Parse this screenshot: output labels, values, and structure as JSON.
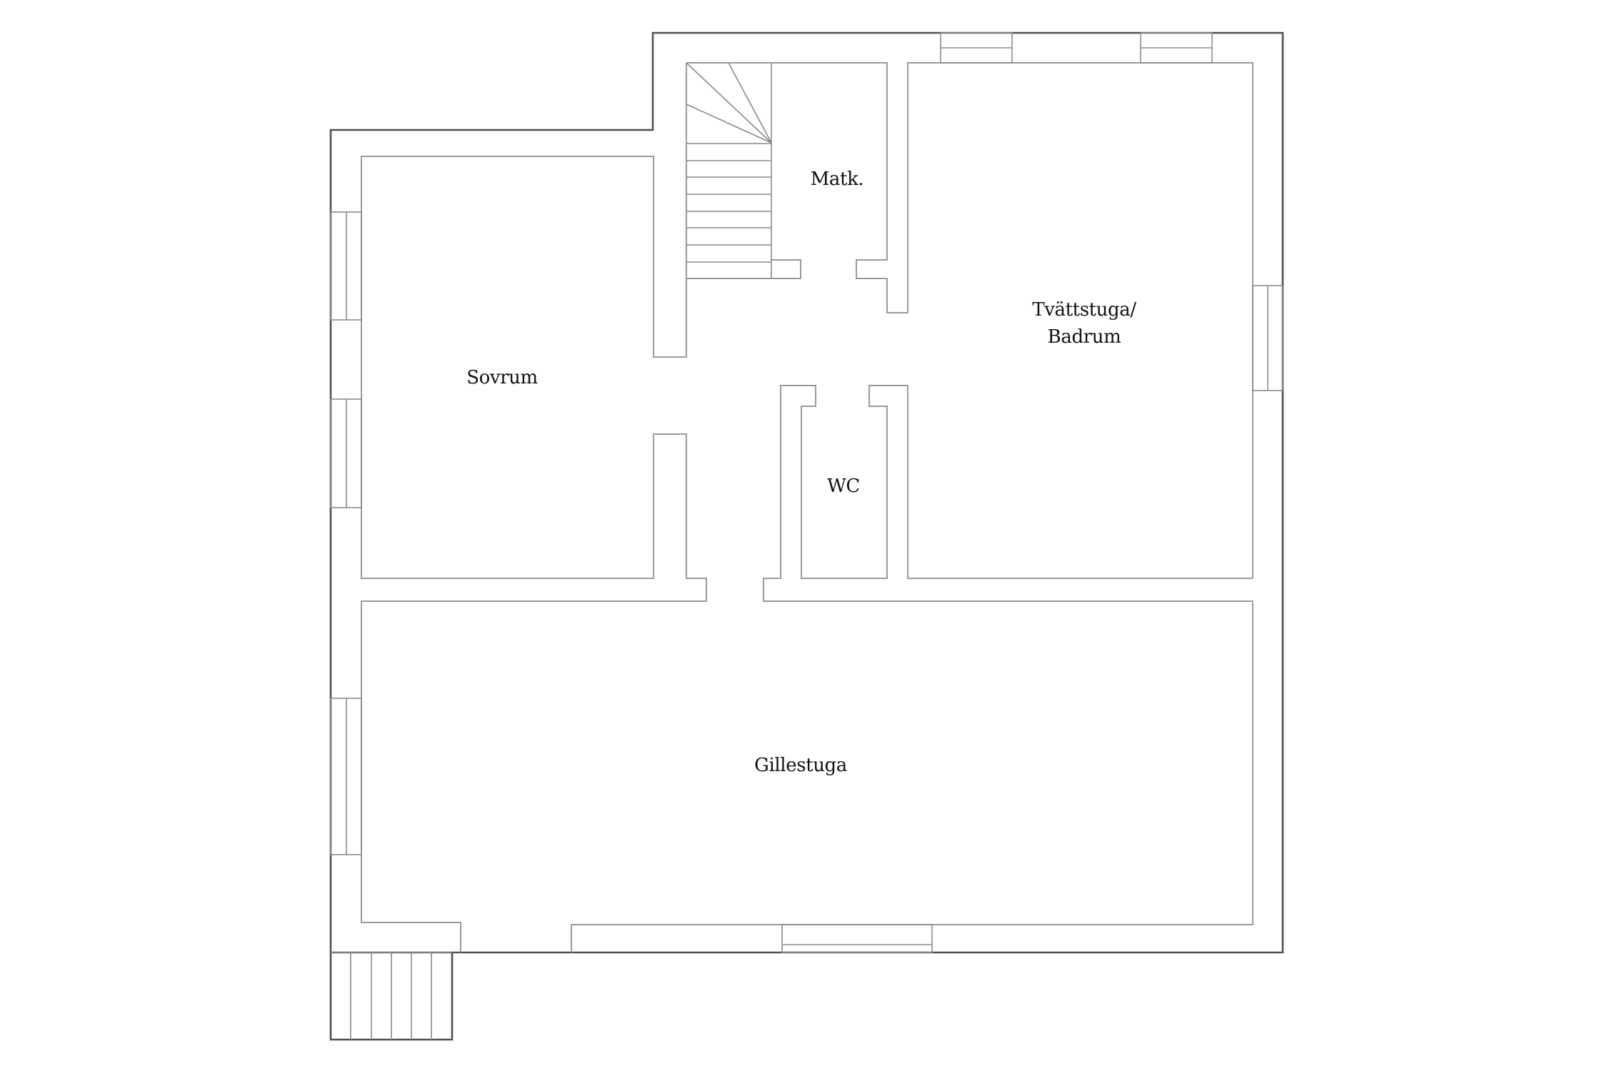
{
  "plan": {
    "title": "Floor plan",
    "colors": {
      "background": "#ffffff",
      "outer_wall_line": "#505050",
      "inner_wall_line": "#9a9a9a",
      "text": "#111111"
    }
  },
  "rooms": {
    "matk": {
      "label": "Matk."
    },
    "sovrum": {
      "label": "Sovrum"
    },
    "tvattstuga": {
      "label_line1": "Tvättstuga/",
      "label_line2": "Badrum"
    },
    "wc": {
      "label": "WC"
    },
    "gillestuga": {
      "label": "Gillestuga"
    }
  },
  "features": {
    "interior_staircase": {
      "winder_steps": 3,
      "straight_steps": 8
    },
    "entrance_steps": {
      "steps": 6
    },
    "windows": [
      "top-left-window",
      "top-right-window",
      "right-window",
      "left-upper-window",
      "left-lower-window",
      "left-gillestuga-window",
      "bottom-window"
    ]
  }
}
